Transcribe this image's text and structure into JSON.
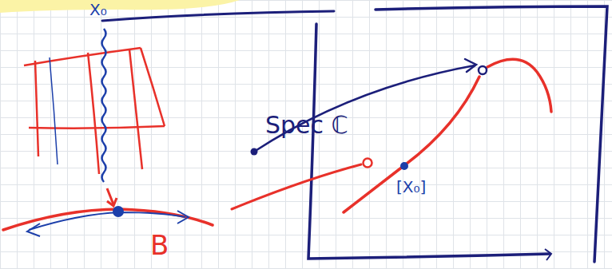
{
  "diagram": {
    "labels": [
      "X₀",
      "Spec ℂ",
      "[X₀]",
      "B"
    ]
  }
}
